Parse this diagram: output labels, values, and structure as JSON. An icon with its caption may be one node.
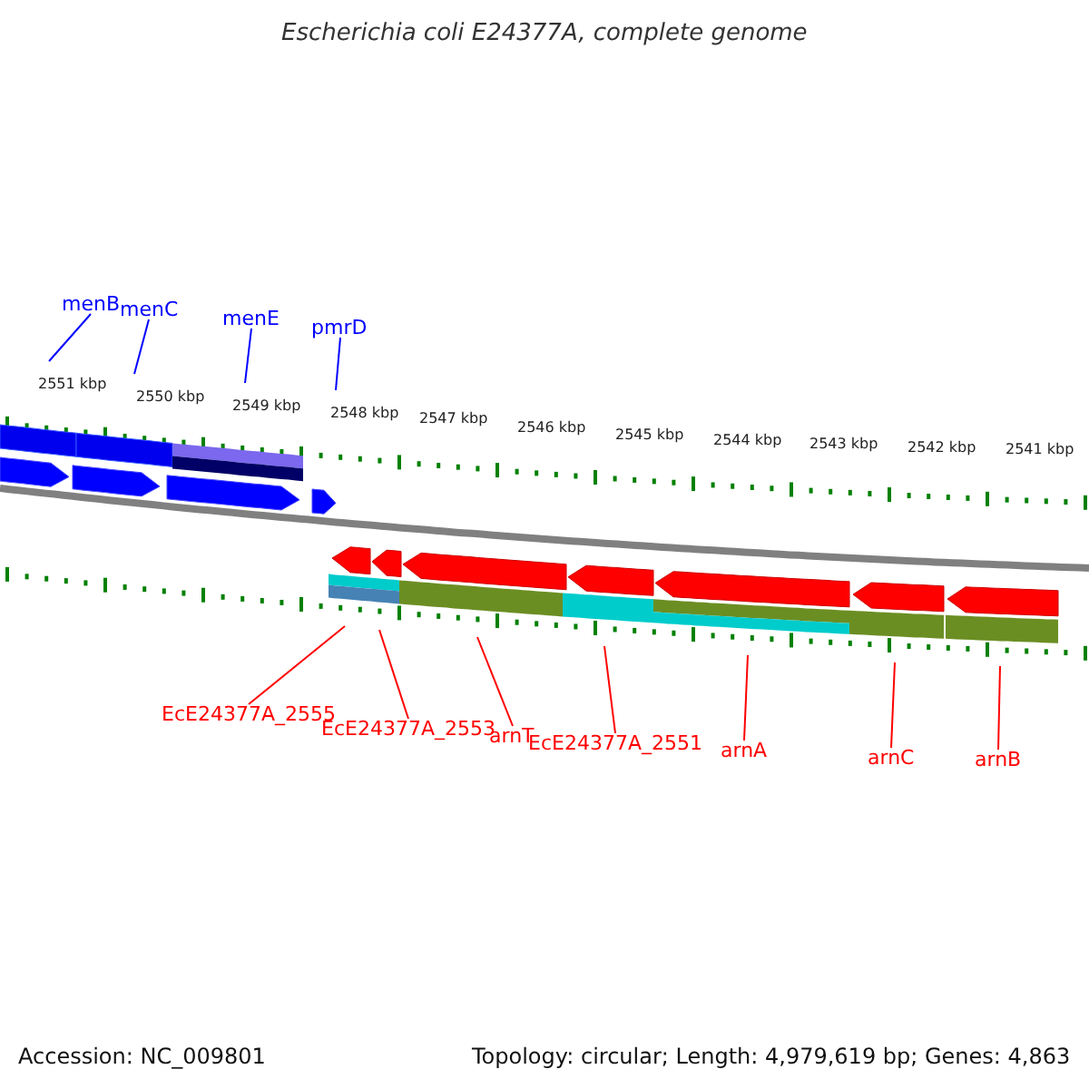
{
  "diagram": {
    "title": "Escherichia coli E24377A, complete genome",
    "nodes": [
      {
        "text": [
          "menB"
        ]
      },
      {
        "text": [
          "menC"
        ]
      },
      {
        "text": [
          "menE"
        ]
      },
      {
        "text": [
          "pmrD"
        ]
      },
      {
        "text": [
          "EcE24377A_2555"
        ]
      },
      {
        "text": [
          "EcE24377A_2553"
        ]
      },
      {
        "text": [
          "arnT"
        ]
      },
      {
        "text": [
          "EcE24377A_2551"
        ]
      },
      {
        "text": [
          "arnA"
        ]
      },
      {
        "text": [
          "arnC"
        ]
      },
      {
        "text": [
          "arnB"
        ]
      }
    ],
    "edges": [
      {
        "from": 0,
        "to": null,
        "arrow": "none",
        "color": "#0000ff"
      },
      {
        "from": 1,
        "to": null,
        "arrow": "none",
        "color": "#0000ff"
      },
      {
        "from": 2,
        "to": null,
        "arrow": "none",
        "color": "#0000ff"
      },
      {
        "from": 3,
        "to": null,
        "arrow": "none",
        "color": "#0000ff"
      },
      {
        "from": 4,
        "to": null,
        "arrow": "none"
      },
      {
        "from": 5,
        "to": null,
        "arrow": "none"
      },
      {
        "from": 6,
        "to": null,
        "arrow": "none"
      },
      {
        "from": 7,
        "to": null,
        "arrow": "none"
      },
      {
        "from": 8,
        "to": null,
        "arrow": "none"
      },
      {
        "from": 9,
        "to": null,
        "arrow": "none"
      },
      {
        "from": 10,
        "to": null,
        "arrow": "none"
      }
    ],
    "labels": [
      "2551 kbp",
      "2550 kbp",
      "2549 kbp",
      "2548 kbp",
      "2547 kbp",
      "2546 kbp",
      "2545 kbp",
      "2544 kbp",
      "2543 kbp",
      "2542 kbp",
      "2541 kbp",
      "Accession: NC_009801",
      "Topology: circular; Length: 4,979,619 bp; Genes: 4,863"
    ]
  }
}
